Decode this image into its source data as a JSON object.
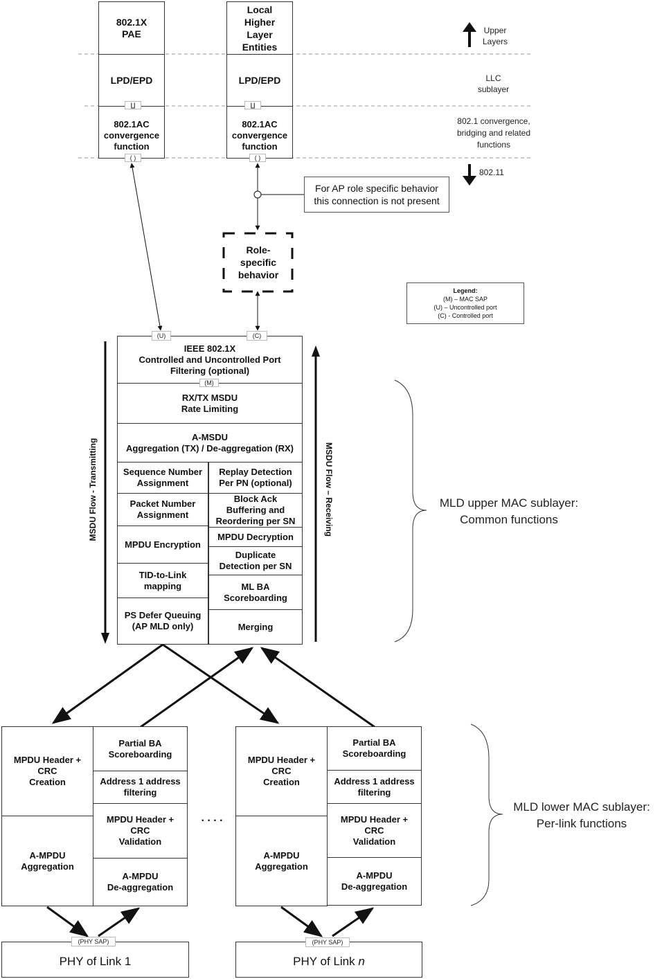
{
  "top": {
    "pae": "802.1X\nPAE",
    "local_entities": "Local\nHigher\nLayer\nEntities",
    "lpd_left": "LPD/EPD",
    "lpd_right": "LPD/EPD",
    "conv_left": "802.1AC\nconvergence\nfunction",
    "conv_right": "802.1AC\nconvergence\nfunction",
    "sap_llc_left": "∐",
    "sap_llc_right": "∐",
    "sap_conv_left": "( )",
    "sap_conv_right": "( )"
  },
  "layers": {
    "upper": "Upper\nLayers",
    "llc": "LLC\nsublayer",
    "convergence": "802.1 convergence,\nbridging and related\nfunctions",
    "ieee80211": "802.11"
  },
  "note": "For AP role specific behavior\nthis connection is not present",
  "role": "Role-\nspecific\nbehavior",
  "legend": {
    "title": "Legend:",
    "m": "(M) – MAC SAP",
    "u": "(U) – Uncontrolled port",
    "c": "(C) - Controlled port"
  },
  "ports": {
    "u": "(U)",
    "c": "(C)",
    "m": "(M)"
  },
  "upper_mac": {
    "filtering": "IEEE 802.1X\nControlled and Uncontrolled Port\nFiltering (optional)",
    "rate_limiting": "RX/TX MSDU\nRate Limiting",
    "amsdu": "A-MSDU\nAggregation (TX) / De-aggregation (RX)",
    "tx": [
      "Sequence Number\nAssignment",
      "Packet Number\nAssignment",
      "MPDU Encryption",
      "TID-to-Link\nmapping",
      "PS Defer Queuing\n(AP MLD only)"
    ],
    "rx": [
      "Replay Detection\nPer PN (optional)",
      "Block Ack\nBuffering and\nReordering per SN",
      "MPDU Decryption",
      "Duplicate\nDetection per SN",
      "ML BA\nScoreboarding",
      "Merging"
    ]
  },
  "flows": {
    "tx": "MSDU Flow - Transmitting",
    "rx": "MSDU Flow – Receiving"
  },
  "braces": {
    "upper": "MLD upper MAC sublayer:\nCommon functions",
    "lower": "MLD lower MAC sublayer:\nPer-link functions"
  },
  "lower_mac": {
    "link1": {
      "header_creation": "MPDU Header +\nCRC\nCreation",
      "ampdu_agg": "A-MPDU\nAggregation",
      "partial_ba": "Partial BA\nScoreboarding",
      "addr_filter": "Address 1 address\nfiltering",
      "header_validation": "MPDU Header +\nCRC\nValidation",
      "ampdu_deagg": "A-MPDU\nDe-aggregation"
    },
    "linkn": {
      "header_creation": "MPDU Header +\nCRC\nCreation",
      "ampdu_agg": "A-MPDU\nAggregation",
      "partial_ba": "Partial BA\nScoreboarding",
      "addr_filter": "Address 1 address\nfiltering",
      "header_validation": "MPDU Header +\nCRC\nValidation",
      "ampdu_deagg": "A-MPDU\nDe-aggregation"
    },
    "ellipsis": ". . . ."
  },
  "phy": {
    "sap1": "(PHY SAP)",
    "sapn": "(PHY SAP)",
    "link1": "PHY of Link 1",
    "linkn_prefix": "PHY of Link ",
    "linkn_var": "n"
  }
}
